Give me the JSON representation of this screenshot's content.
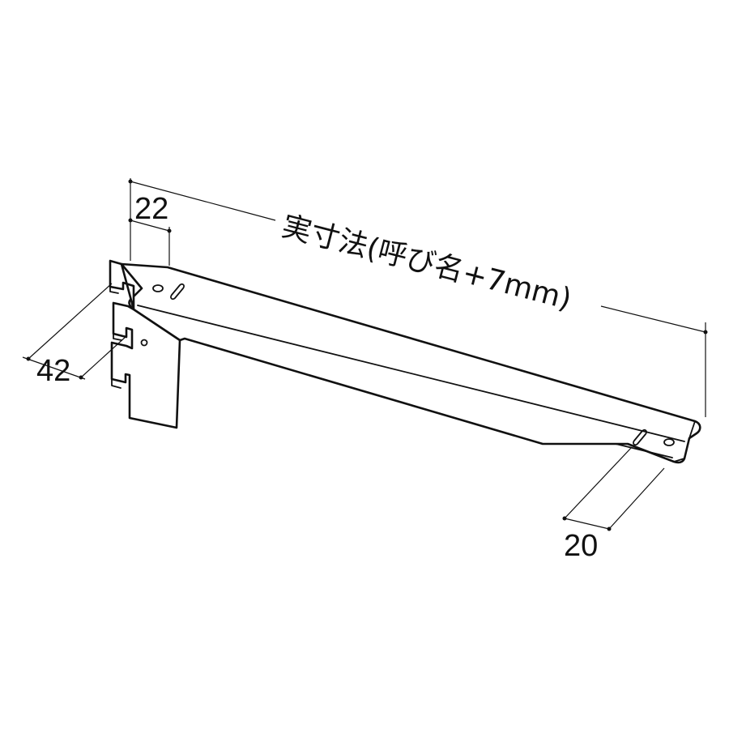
{
  "dimensions": {
    "top_width": "22",
    "overall_length": "実寸法(呼び名+7mm)",
    "height": "42",
    "end_width": "20"
  },
  "colors": {
    "line": "#111111",
    "background": "#ffffff"
  }
}
